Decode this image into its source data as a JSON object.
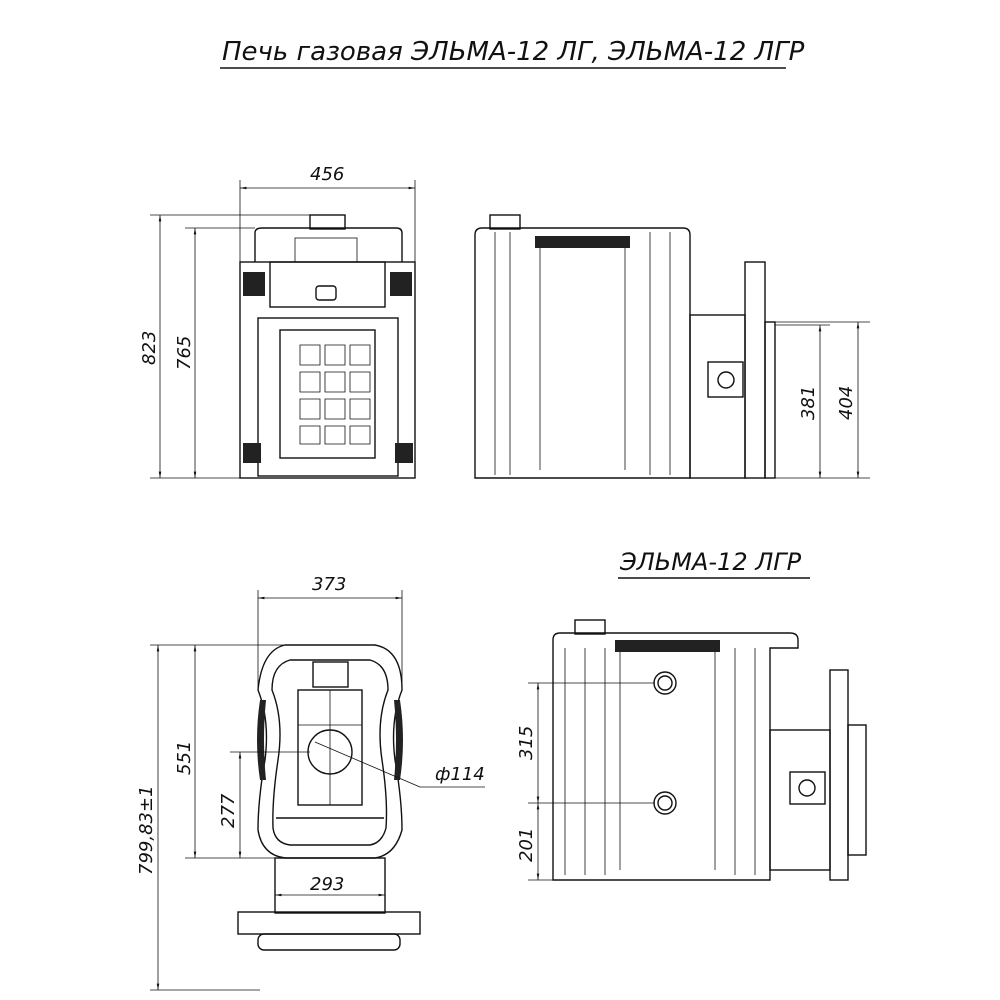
{
  "title": "Печь газовая ЭЛЬМА-12 ЛГ, ЭЛЬМА-12 ЛГР",
  "subtitle": "ЭЛЬМА-12 ЛГР",
  "front_view": {
    "width": "456",
    "height_total": "823",
    "height_body": "765"
  },
  "side_view": {
    "dim_a": "381",
    "dim_b": "404"
  },
  "top_view": {
    "width": "373",
    "depth_body": "551",
    "depth_total": "799,83±1",
    "chimney_offset": "277",
    "base_width": "293",
    "chimney_diameter": "ф114"
  },
  "side_view_lgr": {
    "pipe_spacing": "315",
    "pipe_height": "201"
  }
}
